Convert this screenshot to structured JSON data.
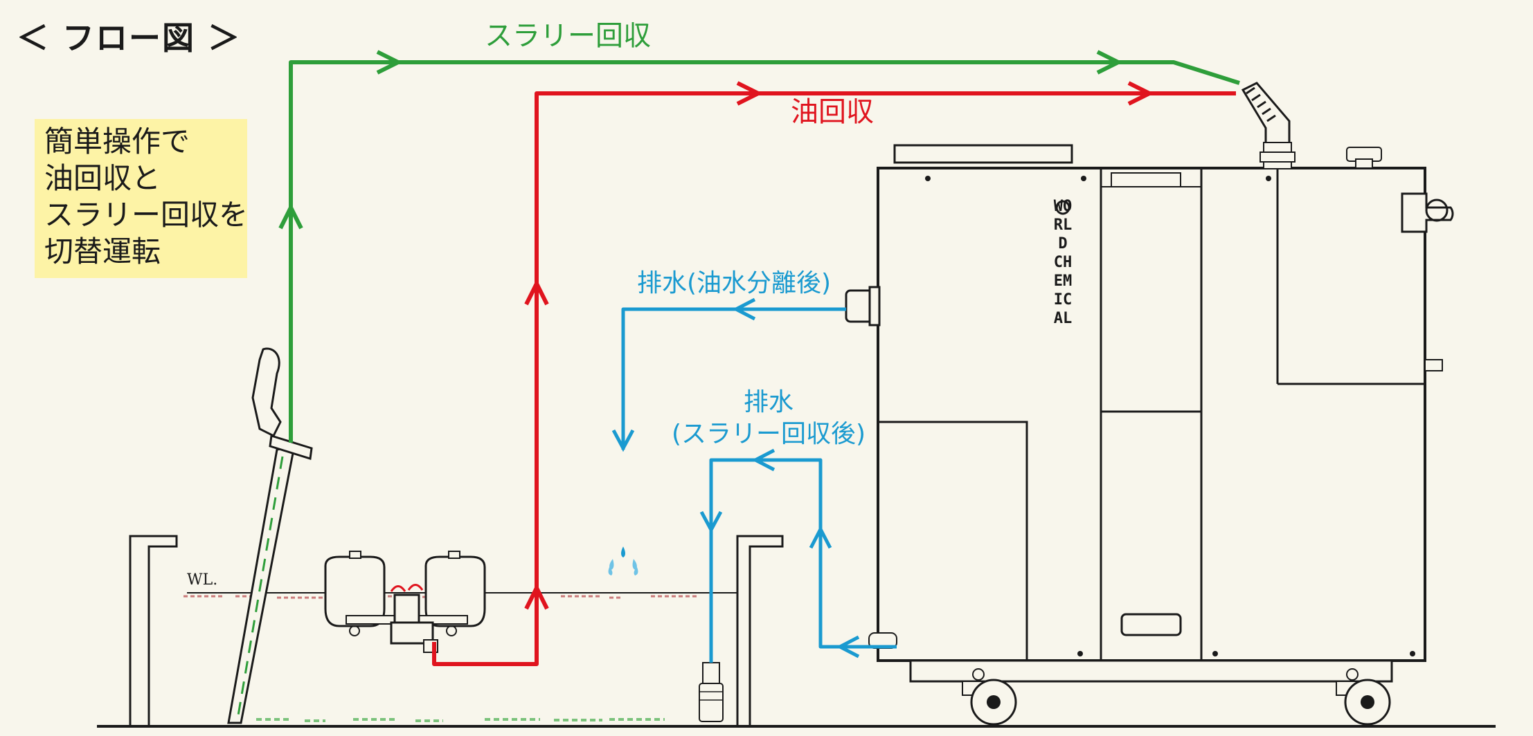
{
  "title": "＜ フロー図 ＞",
  "note": {
    "lines": [
      "簡単操作で",
      "油回収と",
      "スラリー回収を",
      "切替運転"
    ]
  },
  "flows": {
    "slurry_recovery": "スラリー回収",
    "oil_recovery": "油回収",
    "drain_after_separation": "排水(油水分離後)",
    "drain_after_slurry_line1": "排水",
    "drain_after_slurry_line2": "(スラリー回収後)"
  },
  "water_level_label": "WL.",
  "brand_text": "WORLD CHEMICAL",
  "colors": {
    "green": "#2e9e3a",
    "red": "#e0141e",
    "blue": "#1a9ad0",
    "background": "#f8f6ec",
    "note_background": "#fdf3a6",
    "line": "#1a1a1a"
  }
}
